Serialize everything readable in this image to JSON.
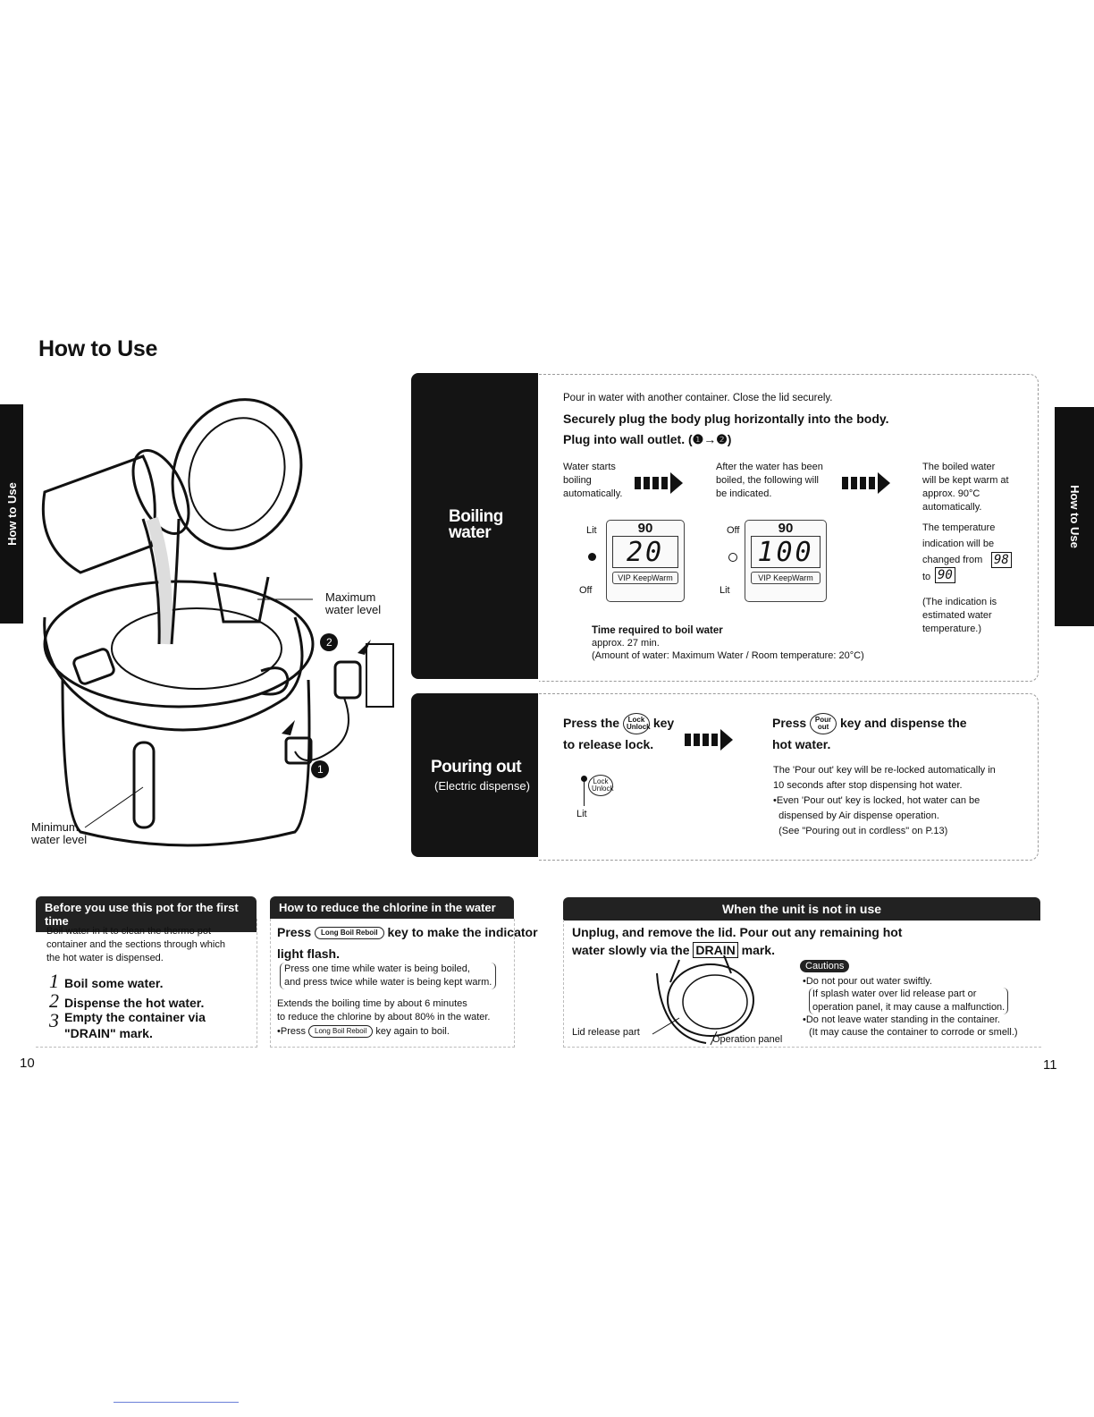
{
  "page_title": "How to Use",
  "side_tab_left": "How to Use",
  "side_tab_right": "How to Use",
  "illustration": {
    "max_level": "Maximum\nwater level",
    "min_level": "Minimum\nwater level",
    "step1_marker": "1",
    "step2_marker": "2"
  },
  "boiling": {
    "heading": "Boiling\nwater",
    "intro": "Pour in water with another container. Close the lid securely.",
    "plug_body": "Securely plug the body plug horizontally into the body.",
    "plug_outlet": "Plug into wall outlet. (❶→❷)",
    "stage1": "Water starts\nboiling\nautomatically.",
    "stage2": "After the water has been\nboiled, the following will\nbe indicated.",
    "stage3": "The boiled water\nwill be kept warm at\napprox. 90°C\nautomatically.",
    "temp_change_a": "The temperature\nindication will be\nchanged from",
    "temp_from": "98",
    "temp_to_label": "to",
    "temp_to": "90",
    "estimate_note": "(The indication is\nestimated water\ntemperature.)",
    "lcd1": {
      "lit": "Lit",
      "off": "Off",
      "setting": "90",
      "display": "20",
      "key": "VIP KeepWarm"
    },
    "lcd2": {
      "lit": "Lit",
      "off": "Off",
      "setting": "90",
      "display": "100",
      "key": "VIP KeepWarm"
    },
    "time_title": "Time required to boil water",
    "time_value": "approx. 27 min.",
    "time_note": "(Amount of water: Maximum Water / Room temperature: 20°C)"
  },
  "pouring": {
    "heading": "Pouring out",
    "sub": "(Electric dispense)",
    "step1_a": "Press the",
    "step1_key": "Lock Unlock",
    "step1_b": "key",
    "step1_c": "to release lock.",
    "step2_a": "Press",
    "step2_key": "Pour out",
    "step2_b": "key and dispense the",
    "step2_c": "hot water.",
    "lit": "Lit",
    "note1": "The 'Pour out' key will be re-locked automatically in\n10 seconds after stop dispensing hot water.",
    "note2": "•Even 'Pour out' key is locked, hot water can be\n  dispensed by Air dispense operation.\n  (See \"Pouring out in cordless\" on P.13)"
  },
  "first_time": {
    "heading": "Before you use this pot for the first time",
    "intro": "Boil water in it to clean the thermo pot\ncontainer and the sections through which\nthe hot water is dispensed.",
    "steps": [
      {
        "n": "1",
        "text": "Boil some water."
      },
      {
        "n": "2",
        "text": "Dispense the hot water."
      },
      {
        "n": "3",
        "text": "Empty the container via\n\"DRAIN\" mark."
      }
    ]
  },
  "chlorine": {
    "heading": "How to reduce the chlorine in the water",
    "press": "Press",
    "key": "Long Boil Reboil",
    "instr": "key to make the indicator\nlight flash.",
    "paren": "Press one time while water is being boiled,\nand press twice while water is being kept warm.",
    "extends": "Extends the boiling time by about 6 minutes\nto reduce the chlorine by about 80% in the water.",
    "again_a": "•Press",
    "again_b": "key again to boil."
  },
  "not_in_use": {
    "heading": "When the unit is not in use",
    "instr_a": "Unplug, and remove the lid. Pour out any remaining hot",
    "instr_b": "water slowly via the",
    "drain": "DRAIN",
    "instr_c": "mark.",
    "lid_release": "Lid release part",
    "operation_panel": "Operation panel",
    "cautions_label": "Cautions",
    "caution1": "•Do not pour out water swiftly.",
    "caution1_paren": "If splash water over lid release part or\noperation panel, it may cause a malfunction.",
    "caution2": "•Do not leave water standing in the container.",
    "caution2_note": "(It may cause the container to corrode or smell.)"
  },
  "page_left": "10",
  "page_right": "11"
}
